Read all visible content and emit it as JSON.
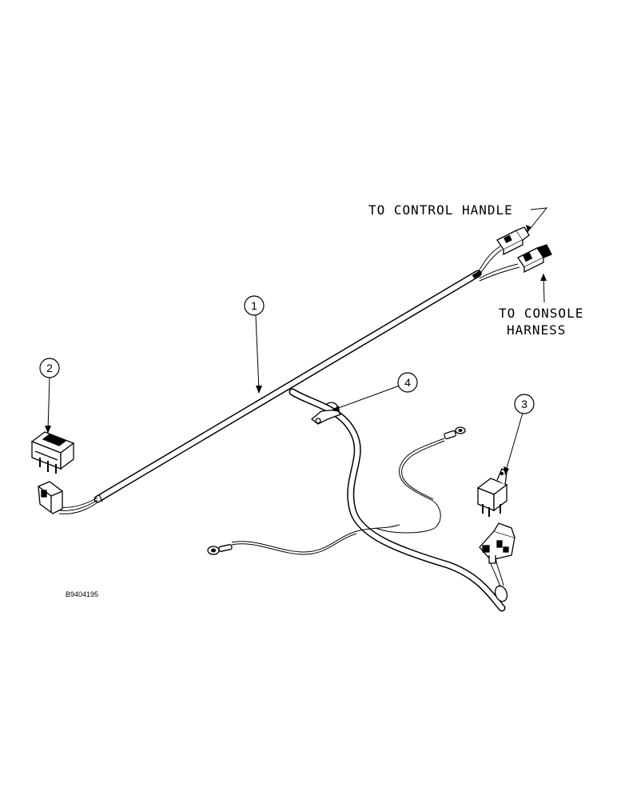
{
  "labels": {
    "control_handle": "TO CONTROL HANDLE",
    "console_line1": "TO CONSOLE",
    "console_line2": "HARNESS",
    "figure_id": "B9404195"
  },
  "callouts": {
    "c1": "1",
    "c2": "2",
    "c3": "3",
    "c4": "4"
  }
}
